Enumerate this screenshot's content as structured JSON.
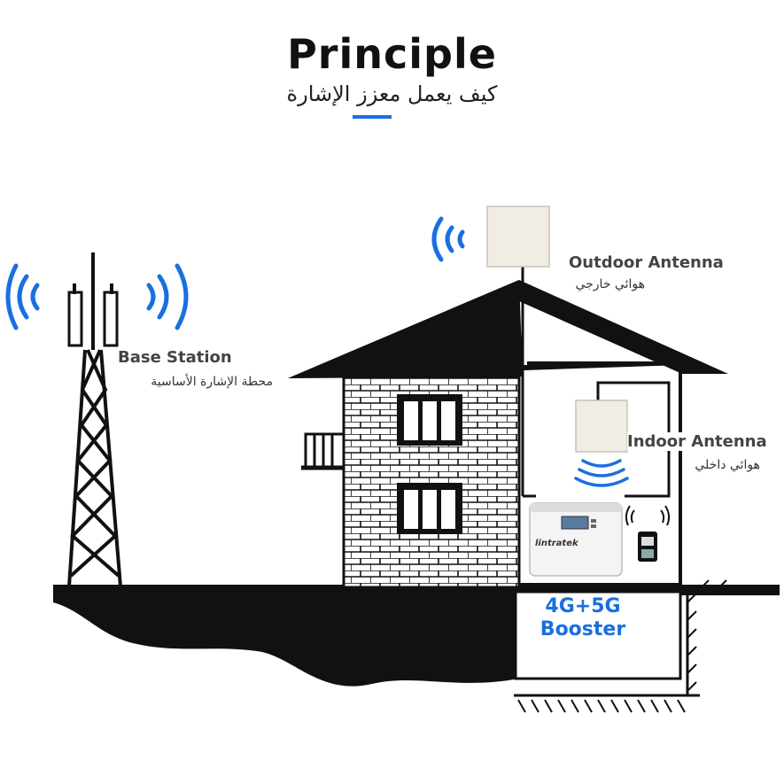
{
  "header": {
    "title": "Principle",
    "subtitle": "كيف يعمل معزز الإشارة"
  },
  "labels": {
    "base_station": "Base Station",
    "base_station_ar": "محطة الإشارة الأساسية",
    "outdoor_antenna": "Outdoor Antenna",
    "outdoor_antenna_ar": "هوائي خارجي",
    "indoor_antenna": "Indoor Antenna",
    "indoor_antenna_ar": "هوائي داخلي",
    "booster_line1": "4G+5G",
    "booster_line2": "Booster",
    "brand": "lintratek"
  },
  "colors": {
    "accent": "#1a6fe0",
    "dark": "#111111",
    "panel": "#f1ede4"
  },
  "icons": [
    "signal-wave-icon",
    "phone-icon"
  ]
}
